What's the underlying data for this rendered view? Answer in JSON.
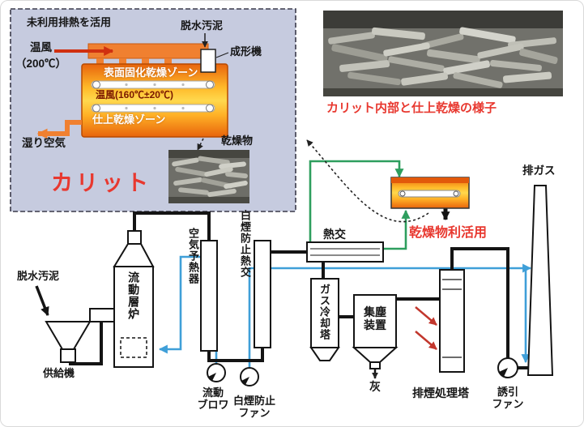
{
  "colors": {
    "accent_red": "#e8382f",
    "orange_duct": "#f08030",
    "green_line": "#2e9e5e",
    "blue_line": "#3f9fd8",
    "inset_bg": "#c6cbdf"
  },
  "inset": {
    "waste_heat_label": "未利用排熱を活用",
    "dewatered_sludge": "脱水汚泥",
    "hot_air": "温風",
    "hot_air_temp": "（200℃）",
    "forming_machine": "成形機",
    "zone_surface": "表面固化乾燥ゾーン",
    "zone_mid_hot_air": "温風(160℃±20℃)",
    "zone_finish": "仕上乾燥ゾーン",
    "moist_air": "湿り空気",
    "dried_product": "乾燥物",
    "dryer_name": "カリット"
  },
  "photo": {
    "caption": "カリット内部と仕上乾燥の様子"
  },
  "reuse": {
    "label": "乾燥物利活用"
  },
  "flow": {
    "dewatered_sludge": "脱水汚泥",
    "feeder": "供給機",
    "furnace": "流動層炉",
    "air_preheater": "空気予熱器",
    "white_smoke_hx": "白煙防止熱交",
    "heat_exchanger": "熱交",
    "gas_cooling_tower": "ガス冷却塔",
    "dust_collector": "集塵\n装置",
    "ash": "灰",
    "flue_gas_tower": "排煙処理塔",
    "induced_fan": "誘引\nファン",
    "exhaust_gas": "排ガス",
    "fluidizing_blower": "流動\nブロワ",
    "white_smoke_fan": "白煙防止\nファン"
  }
}
